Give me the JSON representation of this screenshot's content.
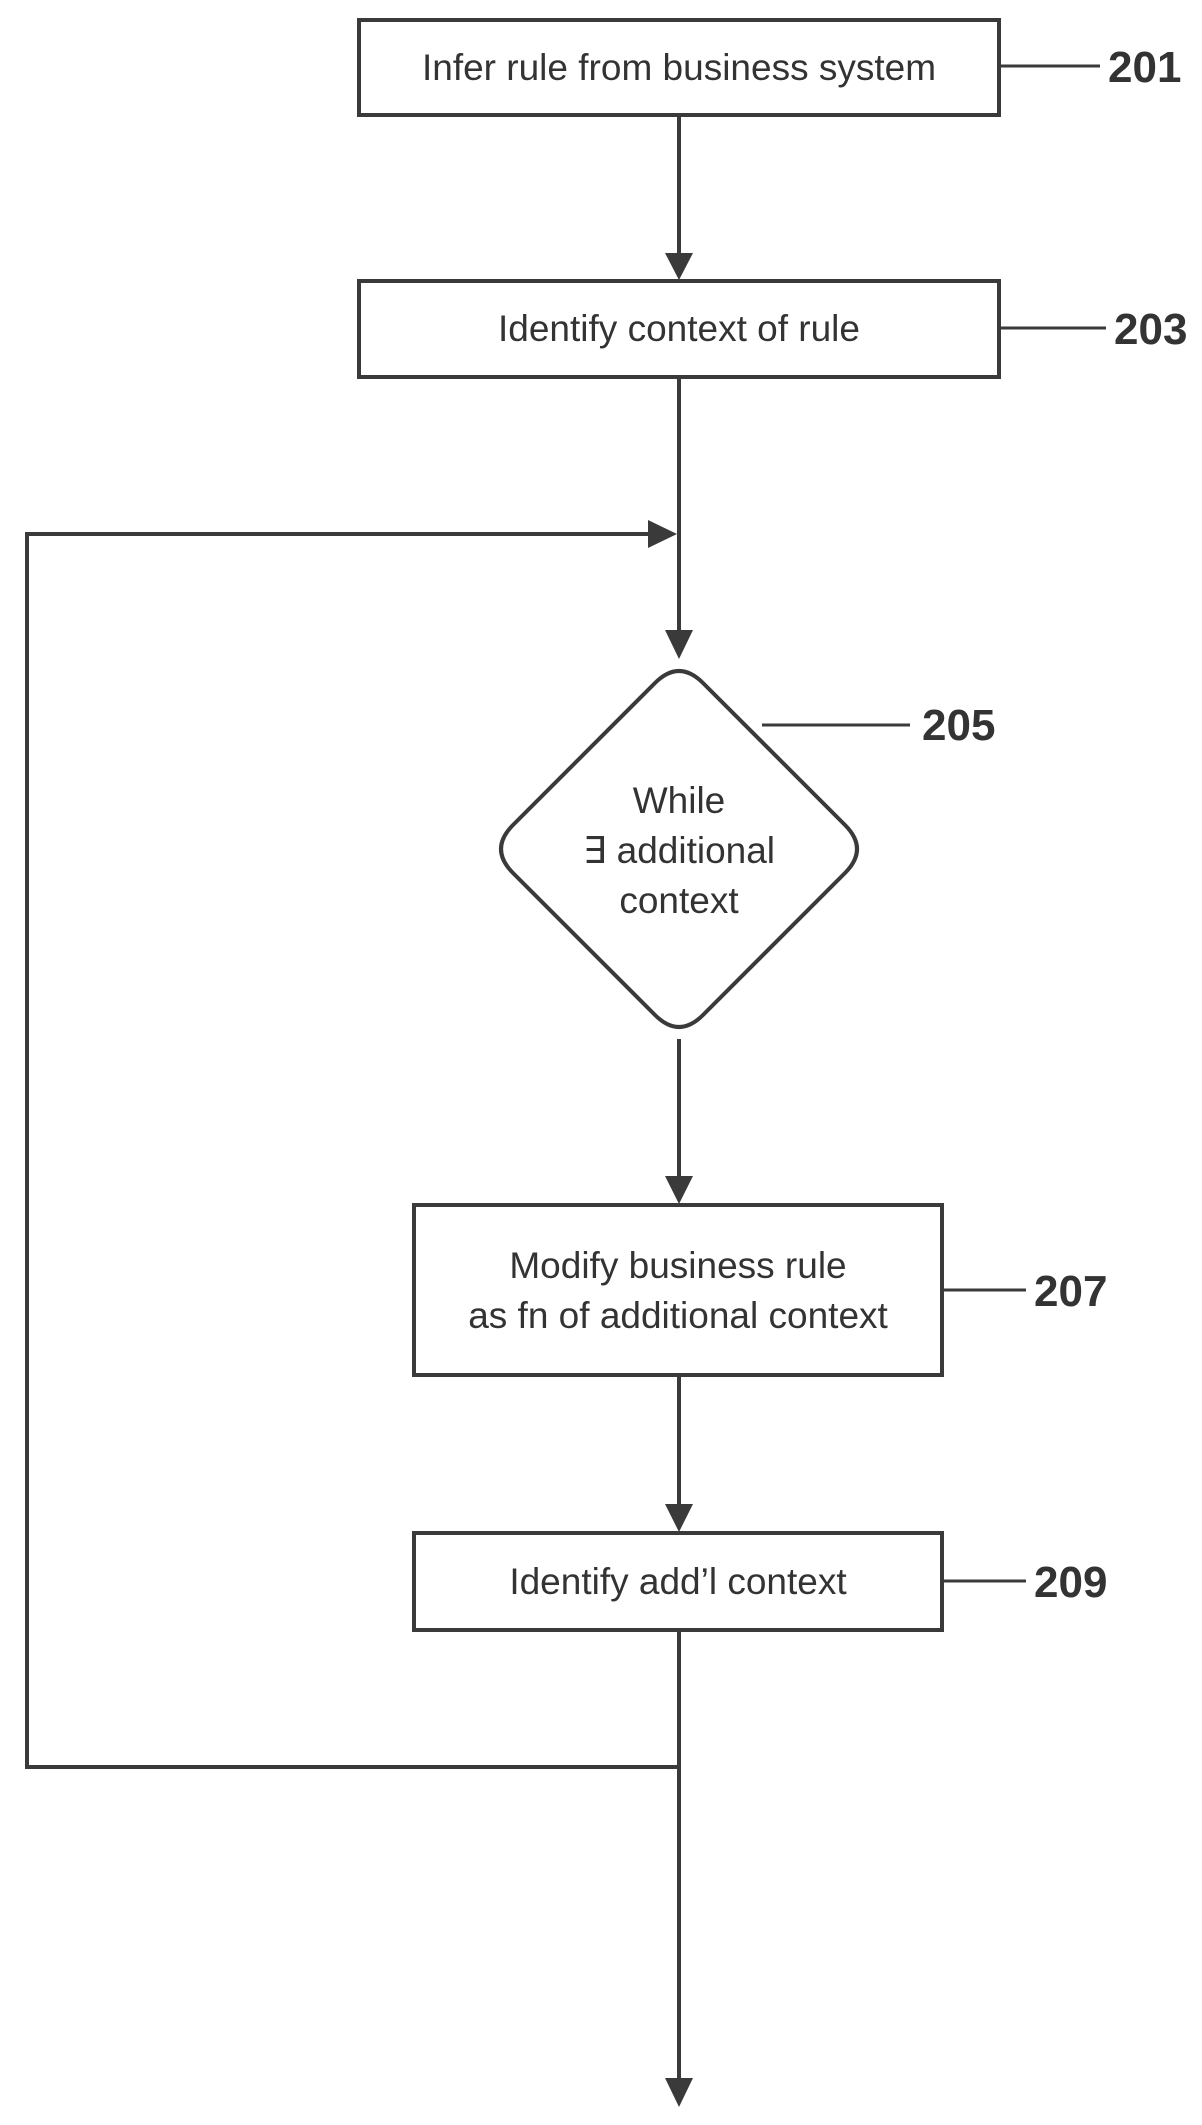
{
  "colors": {
    "stroke": "#3a3a3a",
    "text": "#333333",
    "background": "#ffffff"
  },
  "steps": {
    "s201": {
      "ref": "201",
      "lines": [
        "Infer rule from business system"
      ]
    },
    "s203": {
      "ref": "203",
      "lines": [
        "Identify context of rule"
      ]
    },
    "s205": {
      "ref": "205",
      "lines": [
        "While",
        "∃ additional",
        "context"
      ]
    },
    "s207": {
      "ref": "207",
      "lines": [
        "Modify business rule",
        "as fn of additional context"
      ]
    },
    "s209": {
      "ref": "209",
      "lines": [
        "Identify add’l context"
      ]
    }
  }
}
